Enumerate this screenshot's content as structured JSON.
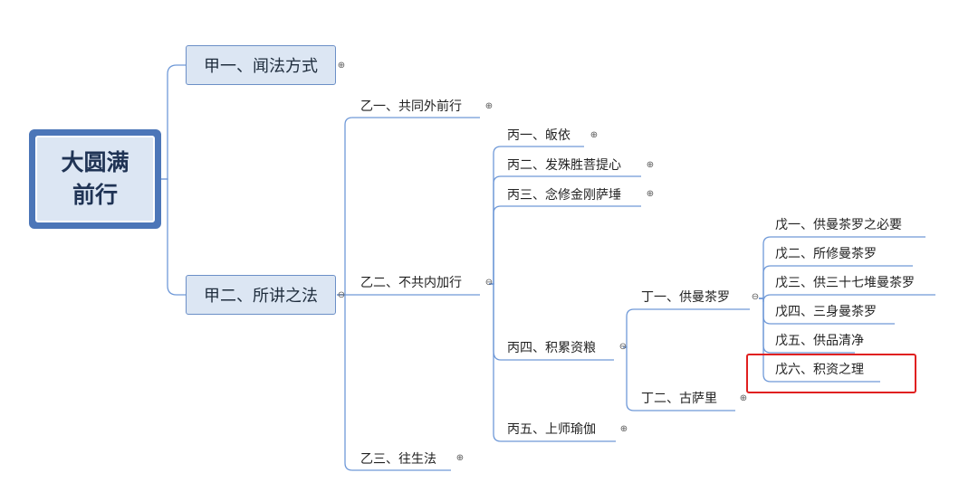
{
  "root": {
    "line1": "大圆满",
    "line2": "前行"
  },
  "level1": [
    {
      "label": "甲一、闻法方式"
    },
    {
      "label": "甲二、所讲之法"
    }
  ],
  "level2": [
    {
      "label": "乙一、共同外前行"
    },
    {
      "label": "乙二、不共内加行"
    },
    {
      "label": "乙三、往生法"
    }
  ],
  "level3": [
    {
      "label": "丙一、皈依"
    },
    {
      "label": "丙二、发殊胜菩提心"
    },
    {
      "label": "丙三、念修金刚萨埵"
    },
    {
      "label": "丙四、积累资粮"
    },
    {
      "label": "丙五、上师瑜伽"
    }
  ],
  "level4": [
    {
      "label": "丁一、供曼茶罗"
    },
    {
      "label": "丁二、古萨里"
    }
  ],
  "level5": [
    {
      "label": "戊一、供曼茶罗之必要"
    },
    {
      "label": "戊二、所修曼茶罗"
    },
    {
      "label": "戊三、供三十七堆曼茶罗"
    },
    {
      "label": "戊四、三身曼茶罗"
    },
    {
      "label": "戊五、供品清净"
    },
    {
      "label": "戊六、积资之理"
    }
  ],
  "toggles": {
    "expand": "⊕",
    "collapse": "⊖"
  },
  "colors": {
    "line": "#5b8ad3",
    "box_fill": "#dce6f3",
    "box_border": "#6b8fc7",
    "highlight": "#e02020"
  }
}
